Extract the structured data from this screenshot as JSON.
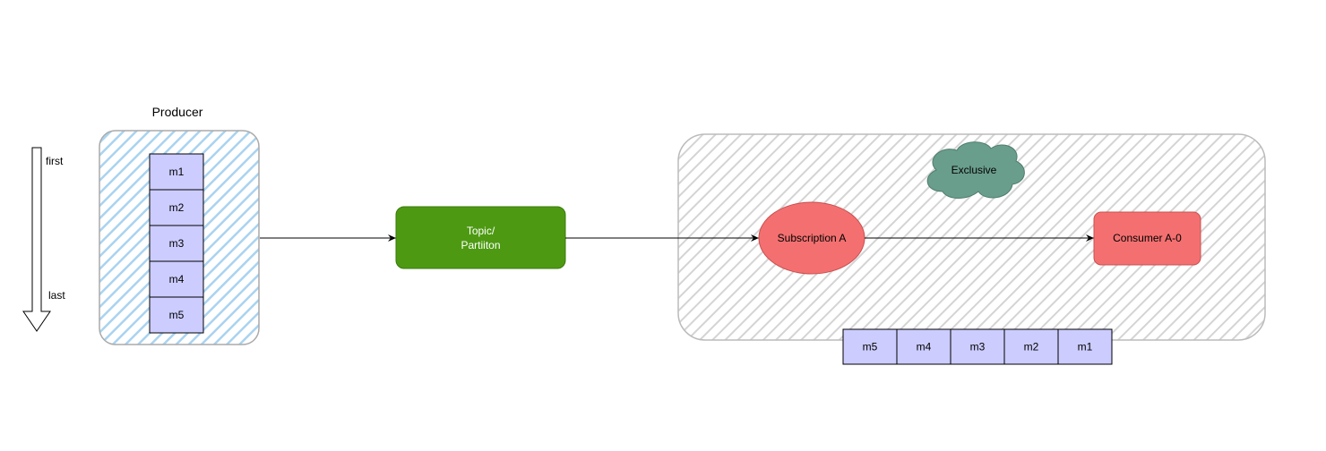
{
  "producer": {
    "label": "Producer",
    "messages": [
      "m1",
      "m2",
      "m3",
      "m4",
      "m5"
    ]
  },
  "order_arrow": {
    "first_label": "first",
    "last_label": "last"
  },
  "topic": {
    "line1": "Topic/",
    "line2": "Partiiton"
  },
  "subscription_group": {
    "mode_label": "Exclusive",
    "subscription_label": "Subscription A",
    "consumer_label": "Consumer A-0",
    "queue": [
      "m5",
      "m4",
      "m3",
      "m2",
      "m1"
    ]
  },
  "colors": {
    "producer_hatch": "#a9d3f0",
    "group_hatch": "#d4d4d4",
    "message_fill": "#ccccff",
    "topic_fill": "#4d9a12",
    "node_fill": "#f47070",
    "cloud_fill": "#6a9e8c"
  }
}
